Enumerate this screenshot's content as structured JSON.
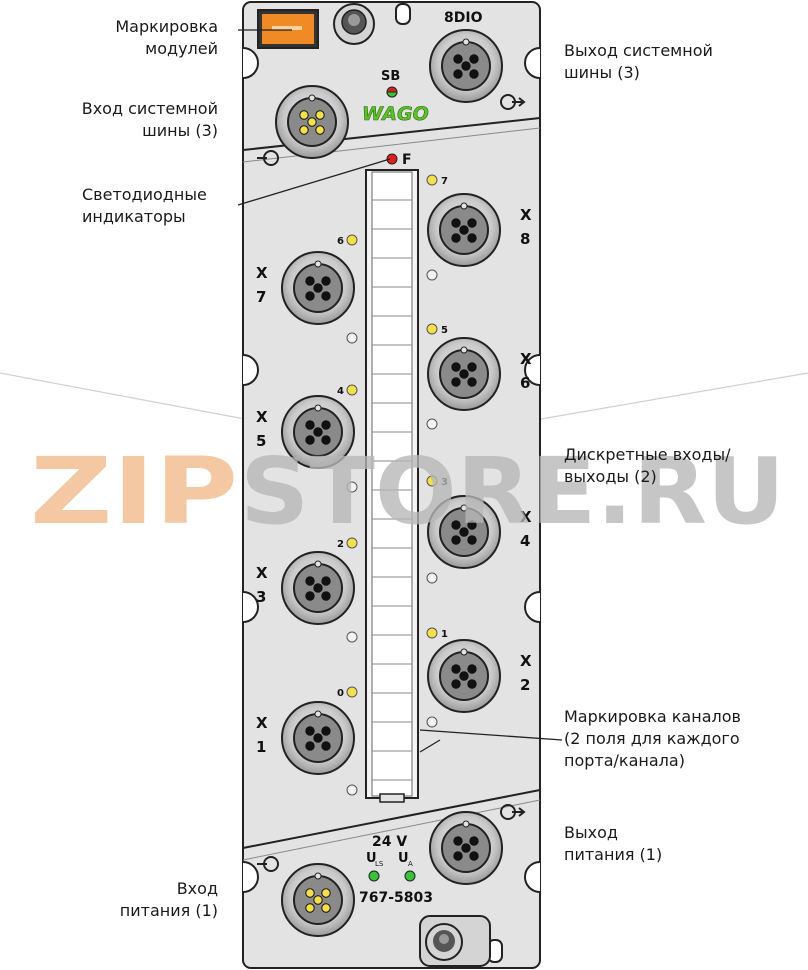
{
  "module": {
    "name": "8DIO",
    "sb_label": "SB",
    "brand": "WAGO",
    "f_label": "F",
    "voltage": "24 V",
    "uls_label": "U",
    "uls_sub": "LS",
    "ua_label": "U",
    "ua_sub": "A",
    "article": "767-5803"
  },
  "ports": [
    {
      "label_a": "X",
      "label_b": "8",
      "led": "7"
    },
    {
      "label_a": "X",
      "label_b": "7",
      "led": "6"
    },
    {
      "label_a": "X",
      "label_b": "6",
      "led": "5"
    },
    {
      "label_a": "X",
      "label_b": "5",
      "led": "4"
    },
    {
      "label_a": "X",
      "label_b": "4",
      "led": "3"
    },
    {
      "label_a": "X",
      "label_b": "3",
      "led": "2"
    },
    {
      "label_a": "X",
      "label_b": "2",
      "led": "1"
    },
    {
      "label_a": "X",
      "label_b": "1",
      "led": "0"
    }
  ],
  "callouts": {
    "module_marking": "Маркировка\nмодулей",
    "bus_in": "Вход системной\nшины (3)",
    "bus_out": "Выход системной\nшины (3)",
    "leds": "Светодиодные\nиндикаторы",
    "digital_io": "Дискретные входы/\nвыходы (2)",
    "channel_marking": "Маркировка каналов\n(2 поля для каждого\nпорта/канала)",
    "power_out": "Выход\nпитания (1)",
    "power_in": "Вход\nпитания (1)"
  },
  "watermark": {
    "part1": "ZIP",
    "part2": "STORE.RU"
  },
  "colors": {
    "housing": "#e3e3e3",
    "led_yellow": "#f4e04a",
    "led_red": "#e0201e",
    "led_green": "#39c23a",
    "marker_orange": "#f08a24",
    "brand_green": "#5fc12a",
    "watermark_orange": "#f2b98a",
    "watermark_gray": "#b7b7b7"
  }
}
